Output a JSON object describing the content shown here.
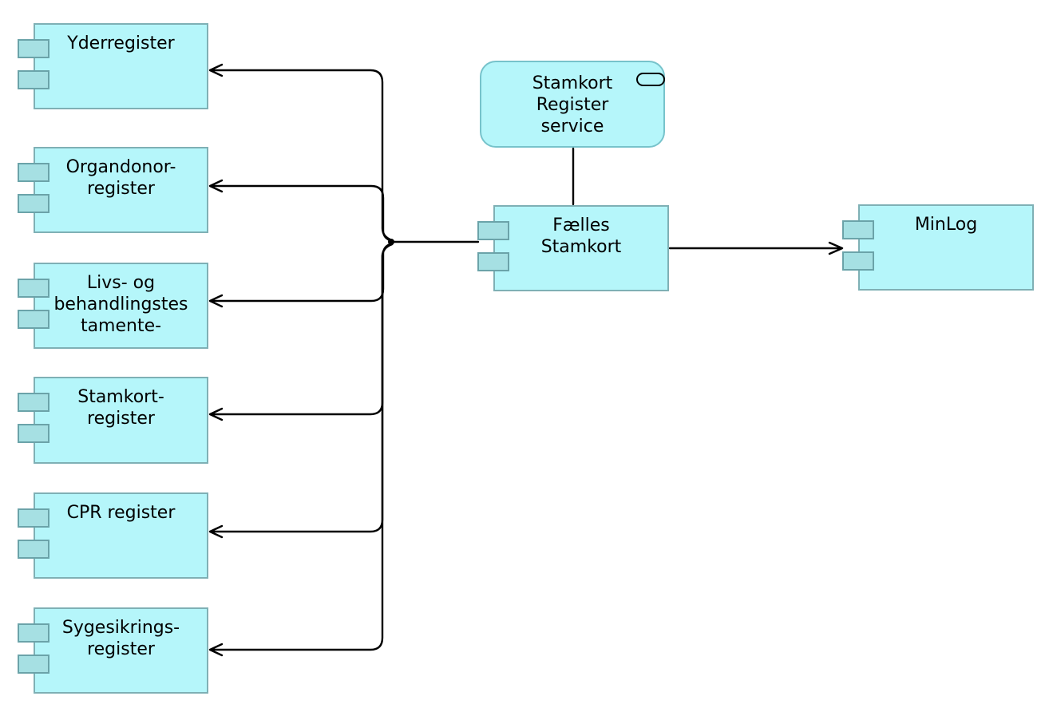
{
  "diagram": {
    "nodes": [
      {
        "id": "yderregister",
        "lines": [
          "Yderregister"
        ]
      },
      {
        "id": "organdonorregister",
        "lines": [
          "Organdonor-",
          "register"
        ]
      },
      {
        "id": "livstestamente",
        "lines": [
          "Livs- og",
          "behandlingstes",
          "tamente-"
        ]
      },
      {
        "id": "stamkortregister",
        "lines": [
          "Stamkort-",
          "register"
        ]
      },
      {
        "id": "cprregister",
        "lines": [
          "CPR register"
        ]
      },
      {
        "id": "sygesikringsregister",
        "lines": [
          "Sygesikrings-",
          "register"
        ]
      },
      {
        "id": "faellesstamkort",
        "lines": [
          "Fælles",
          "Stamkort"
        ]
      },
      {
        "id": "minlog",
        "lines": [
          "MinLog"
        ]
      }
    ],
    "service": {
      "id": "stamkort-register-service",
      "lines": [
        "Stamkort",
        "Register",
        "service"
      ]
    },
    "edges": [
      {
        "from": "faellesstamkort",
        "to": "yderregister",
        "arrow": "open"
      },
      {
        "from": "faellesstamkort",
        "to": "organdonorregister",
        "arrow": "open"
      },
      {
        "from": "faellesstamkort",
        "to": "livstestamente",
        "arrow": "open"
      },
      {
        "from": "faellesstamkort",
        "to": "stamkortregister",
        "arrow": "open"
      },
      {
        "from": "faellesstamkort",
        "to": "cprregister",
        "arrow": "open"
      },
      {
        "from": "faellesstamkort",
        "to": "sygesikringsregister",
        "arrow": "open"
      },
      {
        "from": "faellesstamkort",
        "to": "minlog",
        "arrow": "open"
      },
      {
        "from": "stamkort-register-service",
        "to": "faellesstamkort",
        "arrow": "none"
      }
    ],
    "colors": {
      "node_fill": "#B5F6FA",
      "node_border": "#7FB0B5",
      "port_fill": "#A6E0E3",
      "port_border": "#6BA3A9",
      "service_border": "#77C3CB",
      "connector": "#000000"
    }
  }
}
